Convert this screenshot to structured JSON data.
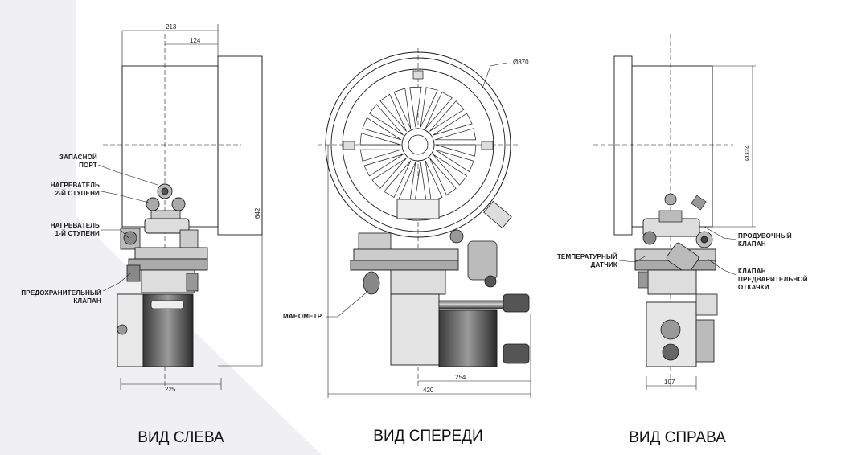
{
  "views": {
    "left": {
      "title": "ВИД СЛЕВА",
      "dims": {
        "width_top": "213",
        "width_inner": "124",
        "height": "642",
        "width_bottom": "225"
      },
      "labels": {
        "spare_port_1": "ЗАПАСНОЙ",
        "spare_port_2": "ПОРТ",
        "heater2_1": "НАГРЕВАТЕЛЬ",
        "heater2_2": "2-Й СТУПЕНИ",
        "heater1_1": "НАГРЕВАТЕЛЬ",
        "heater1_2": "1-Й СТУПЕНИ",
        "relief_1": "ПРЕДОХРАНИТЕЛЬНЫЙ",
        "relief_2": "КЛАПАН"
      }
    },
    "front": {
      "title": "ВИД СПЕРЕДИ",
      "dims": {
        "diameter": "Ø370",
        "width": "420",
        "width_inner": "254"
      },
      "labels": {
        "gauge": "МАНОМЕТР"
      }
    },
    "right": {
      "title": "ВИД СПРАВА",
      "dims": {
        "diameter": "Ø324",
        "width": "107"
      },
      "labels": {
        "purge_1": "ПРОДУВОЧНЫЙ",
        "purge_2": "КЛАПАН",
        "temp_1": "ТЕМПЕРАТУРНЫЙ",
        "temp_2": "ДАТЧИК",
        "rough_1": "КЛАПАН",
        "rough_2": "ПРЕДВАРИТЕЛЬНОЙ",
        "rough_3": "ОТКАЧКИ"
      }
    }
  },
  "colors": {
    "background": "#ffffff",
    "shade": "#f0f0f2",
    "ink": "#1a1a1a"
  }
}
